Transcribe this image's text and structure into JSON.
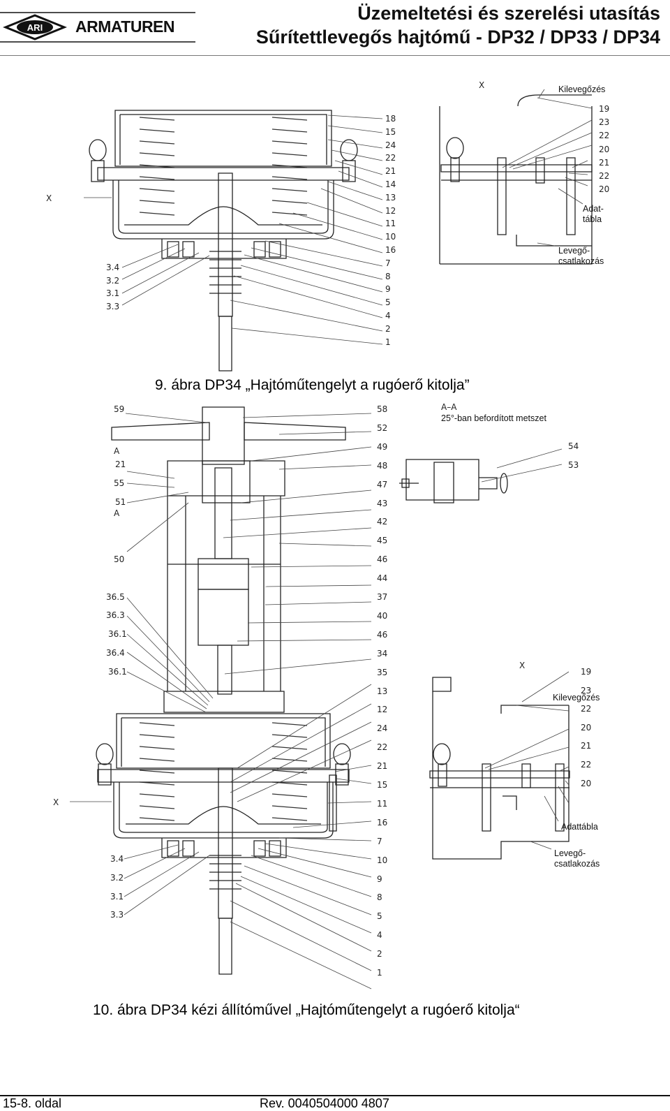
{
  "header": {
    "logo_text": "ARMATUREN",
    "logo_mark": "ARI",
    "title_line1": "Üzemeltetési és szerelési utasítás",
    "title_line2": "Sűrítettlevegős hajtómű - DP32 / DP33 / DP34"
  },
  "figure9": {
    "caption": "9. ábra DP34 „Hajtóműtengelyt a rugóerő kitolja”",
    "x_left": "X",
    "right_labels": [
      "18",
      "15",
      "24",
      "22",
      "21",
      "14",
      "13",
      "12",
      "11",
      "10",
      "16",
      "7",
      "8",
      "9",
      "5",
      "4",
      "2",
      "1"
    ],
    "left_labels": [
      "3.4",
      "3.2",
      "3.1",
      "3.3"
    ],
    "detail": {
      "x": "X",
      "vent": "Kilevegőzés",
      "nums": [
        "19",
        "23",
        "22",
        "20",
        "21",
        "22",
        "20"
      ],
      "nameplate": "Adat-\ntábla",
      "air": "Levegő-\ncsatlakozás"
    }
  },
  "figure10": {
    "caption": "10. ábra DP34 kézi állítóművel „Hajtóműtengelyt a rugóerő kitolja“",
    "section_title": "A–A",
    "section_note": "25°-ban befordított metszet",
    "section_nums": [
      "54",
      "53"
    ],
    "left_labels_top": [
      "59",
      "A",
      "21",
      "55",
      "51",
      "A",
      "50",
      "36.5",
      "36.3",
      "36.1",
      "36.4",
      "36.1"
    ],
    "right_labels": [
      "58",
      "52",
      "49",
      "48",
      "47",
      "43",
      "42",
      "45",
      "46",
      "44",
      "37",
      "40",
      "46",
      "34",
      "35",
      "13",
      "12",
      "24",
      "22",
      "21",
      "15",
      "11",
      "16",
      "7",
      "10",
      "9",
      "8",
      "5",
      "4",
      "2",
      "1"
    ],
    "left_labels_bottom": [
      "3.4",
      "3.2",
      "3.1",
      "3.3"
    ],
    "x_left": "X",
    "detail": {
      "x": "X",
      "nums": [
        "19",
        "23",
        "22",
        "20",
        "21",
        "22",
        "20"
      ],
      "vent": "Kilevegőzés",
      "nameplate": "Adattábla",
      "air": "Levegő-\ncsatlakozás"
    }
  },
  "footer": {
    "page": "15-8. oldal",
    "rev": "Rev. 0040504000 4807"
  }
}
